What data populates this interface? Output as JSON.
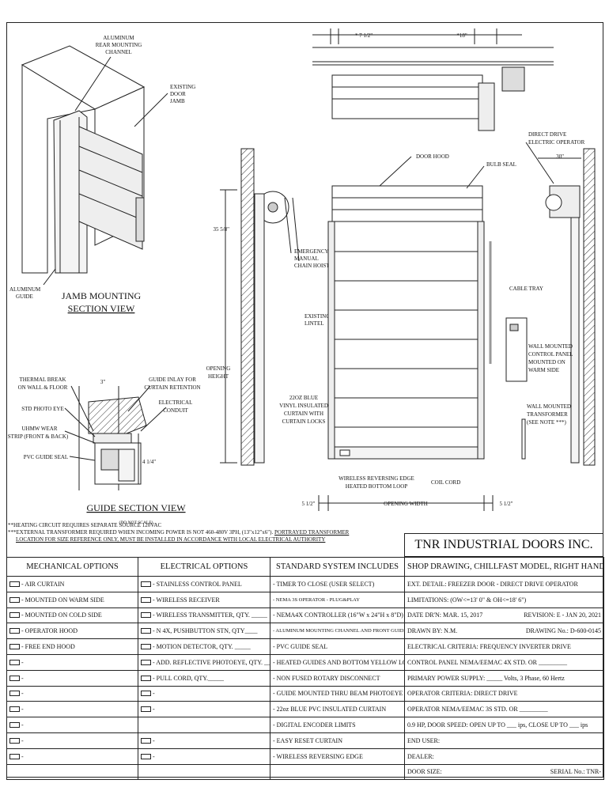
{
  "labels": {
    "aluminum_rear_channel": [
      "ALUMINUM",
      "REAR MOUNTING",
      "CHANNEL"
    ],
    "existing_door_jamb": [
      "EXISTING",
      "DOOR",
      "JAMB"
    ],
    "aluminum_guide": [
      "ALUMINUM",
      "GUIDE"
    ],
    "jamb_mounting_title": [
      "JAMB MOUNTING",
      "SECTION VIEW"
    ],
    "dim_7_half": "* 7 1/2\"",
    "dim_18": "*18\"",
    "door_hood": "DOOR HOOD",
    "bulb_seal": "BULB SEAL",
    "direct_drive_operator": [
      "DIRECT DRIVE",
      "ELECTRIC OPERATOR"
    ],
    "dim_30": "30\"",
    "dim_35_5_8": "35 5/8\"",
    "emergency_chain": [
      "EMERGENCY",
      "MANUAL",
      "CHAIN HOIST"
    ],
    "existing_lintel": [
      "EXISTING",
      "LINTEL"
    ],
    "cable_tray": "CABLE TRAY",
    "wall_mounted_panel": [
      "WALL MOUNTED",
      "CONTROL PANEL",
      "MOUNTED ON",
      "WARM SIDE"
    ],
    "wall_mounted_transformer": [
      "WALL MOUNTED",
      "TRANSFORMER",
      "(SEE NOTE ***)"
    ],
    "opening_height": [
      "OPENING",
      "HEIGHT"
    ],
    "blue_curtain": [
      "22OZ BLUE",
      "VINYL INSULATED",
      "CURTAIN WITH",
      "CURTAIN LOCKS"
    ],
    "thermal_break": [
      "THERMAL BREAK",
      "ON WALL & FLOOR"
    ],
    "dim_3": "3\"",
    "guide_inlay": [
      "GUIDE INLAY FOR",
      "CURTAIN RETENTION"
    ],
    "electrical_conduit": [
      "ELECTRICAL",
      "CONDUIT"
    ],
    "std_photo_eye": "STD PHOTO EYE",
    "uhmw_wear": [
      "UHMW WEAR",
      "STRIP (FRONT & BACK)"
    ],
    "pvc_guide_seal": "PVC GUIDE SEAL",
    "dim_4_quarter": "4 1/4\"",
    "guide_section_title": "GUIDE SECTION VIEW",
    "not_to_scale": "(DO NOT SCALE)",
    "wireless_edge": [
      "WIRELESS REVERSING EDGE",
      "HEATED BOTTOM LOOP"
    ],
    "coil_cord": "COIL CORD",
    "dim_5_half_left": "5 1/2\"",
    "opening_width": "OPENING WIDTH",
    "dim_5_half_right": "5 1/2\""
  },
  "notes": {
    "line1": "**HEATING CIRCUIT REQUIRES SEPARATE SOURCE 120VAC",
    "line2a": "***EXTERNAL TRANSFORMER REQUIRED WHEN INCOMING POWER IS NOT 460-480V 3PH, (13\"x12\"x6\"). ",
    "line2b": "PORTRAYED TRANSFORMER",
    "line3": "LOCATION FOR SIZE REFERENCE ONLY, MUST BE INSTALLED IN ACCORDANCE WITH LOCAL ELECTRICAL AUTHORITY"
  },
  "company": "TNR INDUSTRIAL DOORS INC.",
  "table": {
    "headers": [
      "MECHANICAL OPTIONS",
      "ELECTRICAL OPTIONS",
      "STANDARD SYSTEM INCLUDES",
      "SHOP DRAWING, CHILLFAST MODEL, RIGHT HAND"
    ],
    "mechanical": [
      "- AIR CURTAIN",
      "- MOUNTED ON WARM SIDE",
      "- MOUNTED ON COLD SIDE",
      "- OPERATOR HOOD",
      "- FREE END HOOD",
      "-",
      "-",
      "-",
      "-",
      "-",
      "-",
      "-"
    ],
    "electrical": [
      "- STAINLESS CONTROL PANEL",
      "- WIRELESS RECEIVER",
      "- WIRELESS TRANSMITTER, QTY. _____",
      "- N 4X, PUSHBUTTON STN, QTY____",
      "- MOTION DETECTOR, QTY. _____",
      "- ADD. REFLECTIVE PHOTOEYE, QTY. _____",
      "- PULL CORD, QTY._____",
      "-",
      "-",
      "",
      "-",
      "-"
    ],
    "standard": [
      "- TIMER TO CLOSE (USER SELECT)",
      "- NEMA 3S OPERATOR - PLUG&PLAY",
      "- NEMA4X CONTROLLER (16\"W x 24\"H x 8\"D)",
      "- ALUMINUM MOUNTING CHANNEL AND FRONT GUIDE",
      "- PVC GUIDE SEAL",
      "- HEATED GUIDES AND BOTTOM YELLOW LOOP",
      "- NON FUSED ROTARY DISCONNECT",
      "- GUIDE MOUNTED THRU BEAM PHOTOEYE",
      "- 22oz BLUE PVC INSULATED CURTAIN",
      "- DIGITAL ENCODER LIMITS",
      "- EASY RESET CURTAIN",
      "- WIRELESS REVERSING EDGE"
    ],
    "shop": [
      {
        "left": "EXT. DETAIL:   FREEZER DOOR - DIRECT DRIVE OPERATOR",
        "right": ""
      },
      {
        "left": "LIMITATIONS:  (OW<=13' 0\" & OH<=18' 6\")",
        "right": ""
      },
      {
        "left": "DATE DR'N:     MAR. 15, 2017",
        "right": "REVISION:    E - JAN 20, 2021"
      },
      {
        "left": "DRAWN BY:       N.M.",
        "right": "DRAWING No.:   D-600-0145"
      },
      {
        "left": "ELECTRICAL CRITERIA:  FREQUENCY INVERTER DRIVE",
        "right": ""
      },
      {
        "left": "CONTROL PANEL NEMA/EEMAC 4X STD. OR _________",
        "right": ""
      },
      {
        "left": "PRIMARY POWER SUPPLY: _____ Volts, 3 Phase, 60 Hertz",
        "right": ""
      },
      {
        "left": "OPERATOR CRITERIA: DIRECT DRIVE",
        "right": ""
      },
      {
        "left": "OPERATOR NEMA/EEMAC 3S STD. OR _________",
        "right": ""
      },
      {
        "left": "0.9 HP,   DOOR SPEED: OPEN UP TO ___ ips,  CLOSE UP TO ___ ips",
        "right": ""
      },
      {
        "left": "END USER:",
        "right": ""
      },
      {
        "left": "DEALER:",
        "right": ""
      },
      {
        "left": "DOOR SIZE:",
        "right": "SERIAL No.:  TNR-"
      }
    ]
  }
}
